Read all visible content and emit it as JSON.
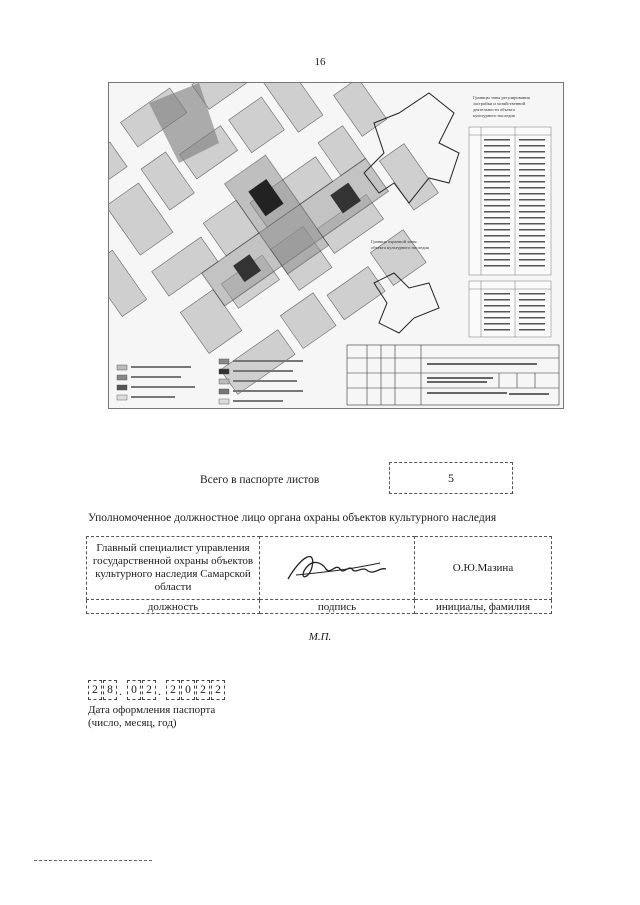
{
  "page": {
    "number": "16"
  },
  "plan": {
    "caption_right": "Границы зоны регулирования застройки и хозяйственной деятельности объекта культурного наследия",
    "caption_left": "Граница охранной зоны объекта культурного наследия"
  },
  "sheets": {
    "label": "Всего в паспорте листов",
    "value": "5"
  },
  "authority": {
    "line": "Уполномоченное должностное лицо органа охраны объектов культурного наследия"
  },
  "signatory": {
    "position": "Главный специалист управления государственной охраны объектов культурного наследия Самарской области",
    "name": "О.Ю.Мазина",
    "captions": {
      "position": "должность",
      "signature": "подпись",
      "name": "инициалы, фамилия"
    }
  },
  "seal": "М.П.",
  "date": {
    "day": [
      "2",
      "8"
    ],
    "month": [
      "0",
      "2"
    ],
    "year": [
      "2",
      "0",
      "2",
      "2"
    ],
    "caption_line1": "Дата оформления паспорта",
    "caption_line2": "(число, месяц, год)"
  }
}
